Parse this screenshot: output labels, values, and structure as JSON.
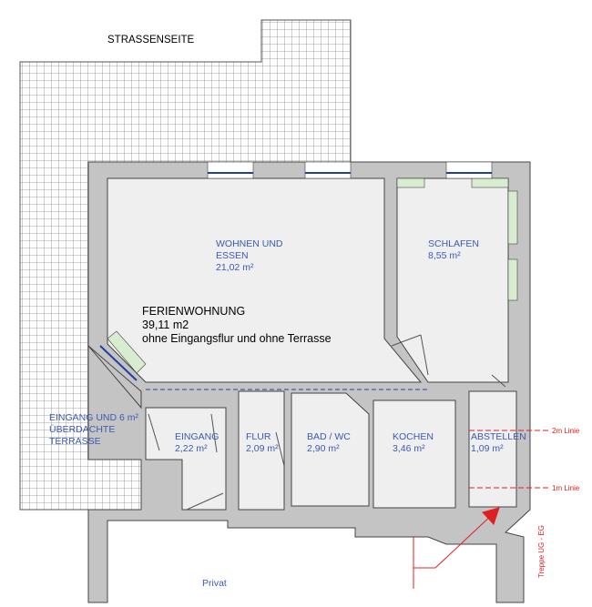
{
  "title": "STRASSENSEITE",
  "apartment": {
    "name": "FERIENWOHNUNG",
    "area": "39,11 m2",
    "note": "ohne Eingangsflur und ohne Terrasse"
  },
  "rooms": [
    {
      "name": "WOHNEN UND",
      "name2": "ESSEN",
      "area": "21,02 m²"
    },
    {
      "name": "SCHLAFEN",
      "area": "8,55 m²"
    },
    {
      "name": "EINGANG",
      "area": "2,22 m²"
    },
    {
      "name": "FLUR",
      "area": "2,09 m²"
    },
    {
      "name": "BAD / WC",
      "area": "2,90 m²"
    },
    {
      "name": "KOCHEN",
      "area": "3,46 m²"
    },
    {
      "name": "ABSTELLEN",
      "area": "1,09 m²"
    }
  ],
  "terrace": {
    "line1": "EINGANG UND  6 m²",
    "line2": "ÜBERDACHTE",
    "line3": "TERRASSE"
  },
  "annotations": {
    "line2m": "2m Linie",
    "line1m": "1m Linie",
    "stairs": "Treppe UG - EG"
  },
  "bottom_label": "Privat",
  "colors": {
    "wall": "#c4c4c4",
    "room": "#efefef",
    "label": "#3a5bb5",
    "marker": "#e02020",
    "window": "#1f3fa0",
    "green": "#d8ecd0"
  }
}
